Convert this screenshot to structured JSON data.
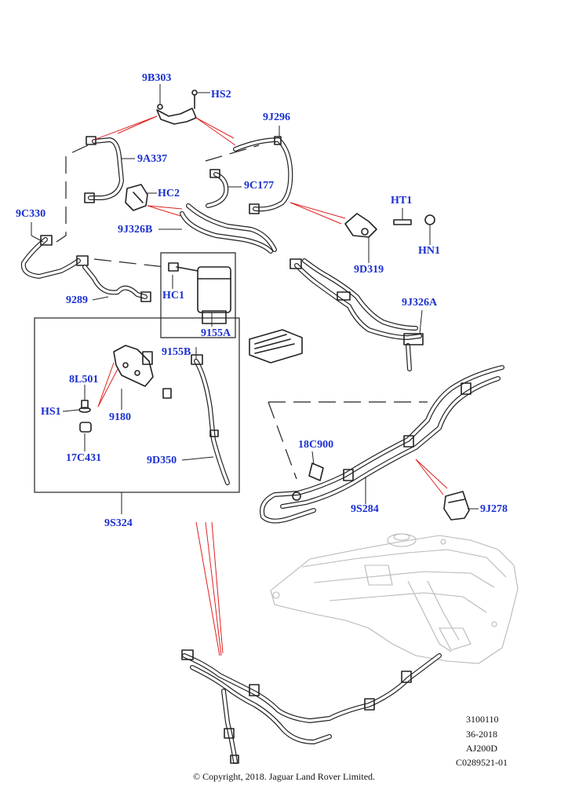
{
  "labels": {
    "l_9b303": "9B303",
    "l_hs2": "HS2",
    "l_9j296": "9J296",
    "l_9a337": "9A337",
    "l_9c177": "9C177",
    "l_hc2": "HC2",
    "l_ht1": "HT1",
    "l_9c330": "9C330",
    "l_9j326b": "9J326B",
    "l_hn1": "HN1",
    "l_9d319": "9D319",
    "l_9289": "9289",
    "l_hc1": "HC1",
    "l_9j326a": "9J326A",
    "l_9155a": "9155A",
    "l_9155b": "9155B",
    "l_8l501": "8L501",
    "l_hs1": "HS1",
    "l_9180": "9180",
    "l_17c431": "17C431",
    "l_18c900": "18C900",
    "l_9d350": "9D350",
    "l_9s284": "9S284",
    "l_9j278": "9J278",
    "l_9s324": "9S324"
  },
  "reference": {
    "line1": "3100110",
    "line2": "36-2018",
    "line3": "AJ200D",
    "line4": "C0289521-01"
  },
  "copyright": "© Copyright, 2018. Jaguar Land Rover Limited.",
  "colors": {
    "label": "#1a2fd0",
    "callout_line": "#e02020",
    "linework": "#222222"
  }
}
